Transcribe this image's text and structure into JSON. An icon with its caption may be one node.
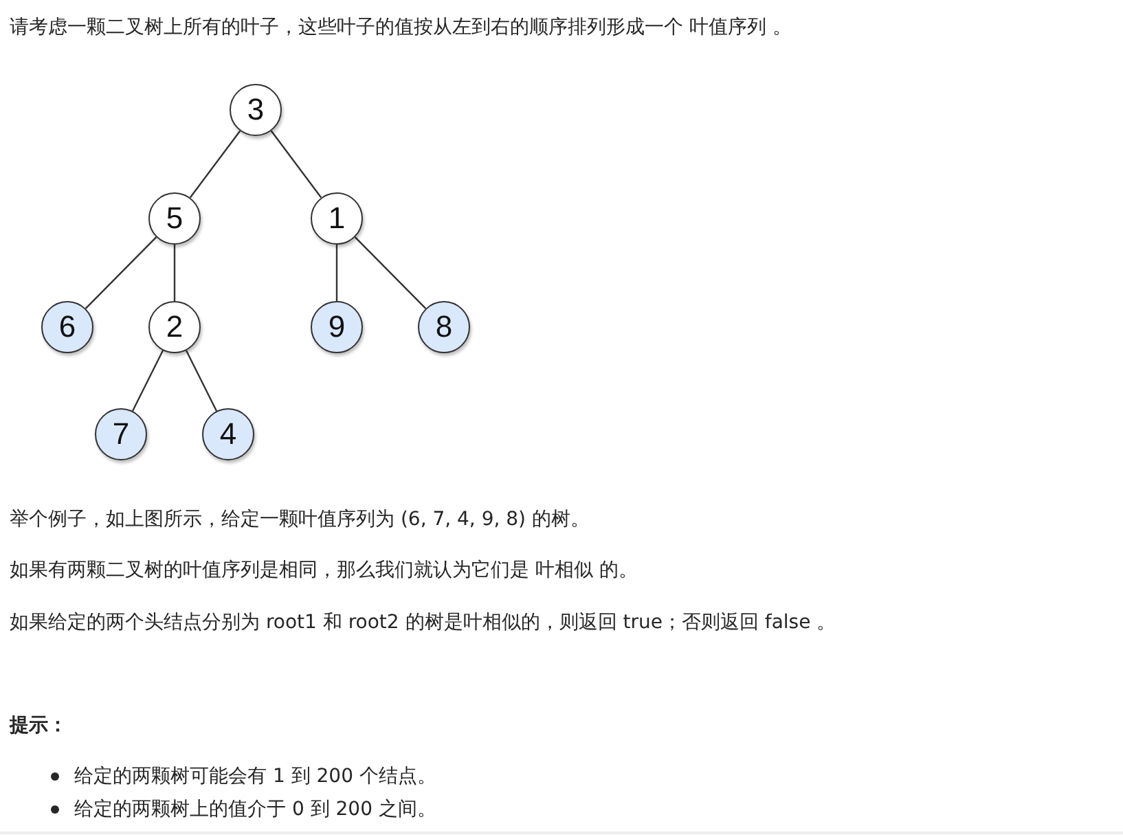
{
  "diagram": {
    "nodes": [
      {
        "text": [
          "3"
        ]
      },
      {
        "text": [
          "5"
        ]
      },
      {
        "text": [
          "1"
        ]
      },
      {
        "text": [
          "6"
        ]
      },
      {
        "text": [
          "2"
        ]
      },
      {
        "text": [
          "9"
        ]
      },
      {
        "text": [
          "8"
        ]
      },
      {
        "text": [
          "7"
        ]
      },
      {
        "text": [
          "4"
        ]
      }
    ],
    "edges": [
      {
        "from": 0,
        "to": 1,
        "arrow": "none"
      },
      {
        "from": 0,
        "to": 2,
        "arrow": "none"
      },
      {
        "from": 1,
        "to": 3,
        "arrow": "none"
      },
      {
        "from": 1,
        "to": 4,
        "arrow": "none"
      },
      {
        "from": 2,
        "to": 5,
        "arrow": "none"
      },
      {
        "from": 2,
        "to": 6,
        "arrow": "none"
      },
      {
        "from": 4,
        "to": 7,
        "arrow": "none"
      },
      {
        "from": 4,
        "to": 8,
        "arrow": "none"
      }
    ],
    "labels": [
      "请考虑一颗二叉树上所有的叶子，这些叶子的值按从左到右的顺序排列形成一个 叶值序列 。",
      "举个例子，如上图所示，给定一颗叶值序列为 (6, 7, 4, 9, 8) 的树。",
      "如果有两颗二叉树的叶值序列是相同，那么我们就认为它们是 叶相似 的。",
      "如果给定的两个头结点分别为 root1 和 root2 的树是叶相似的，则返回 true；否则返回 false 。",
      "提示：",
      "给定的两颗树可能会有 1 到 200 个结点。",
      "给定的两颗树上的值介于 0 到 200 之间。"
    ]
  }
}
